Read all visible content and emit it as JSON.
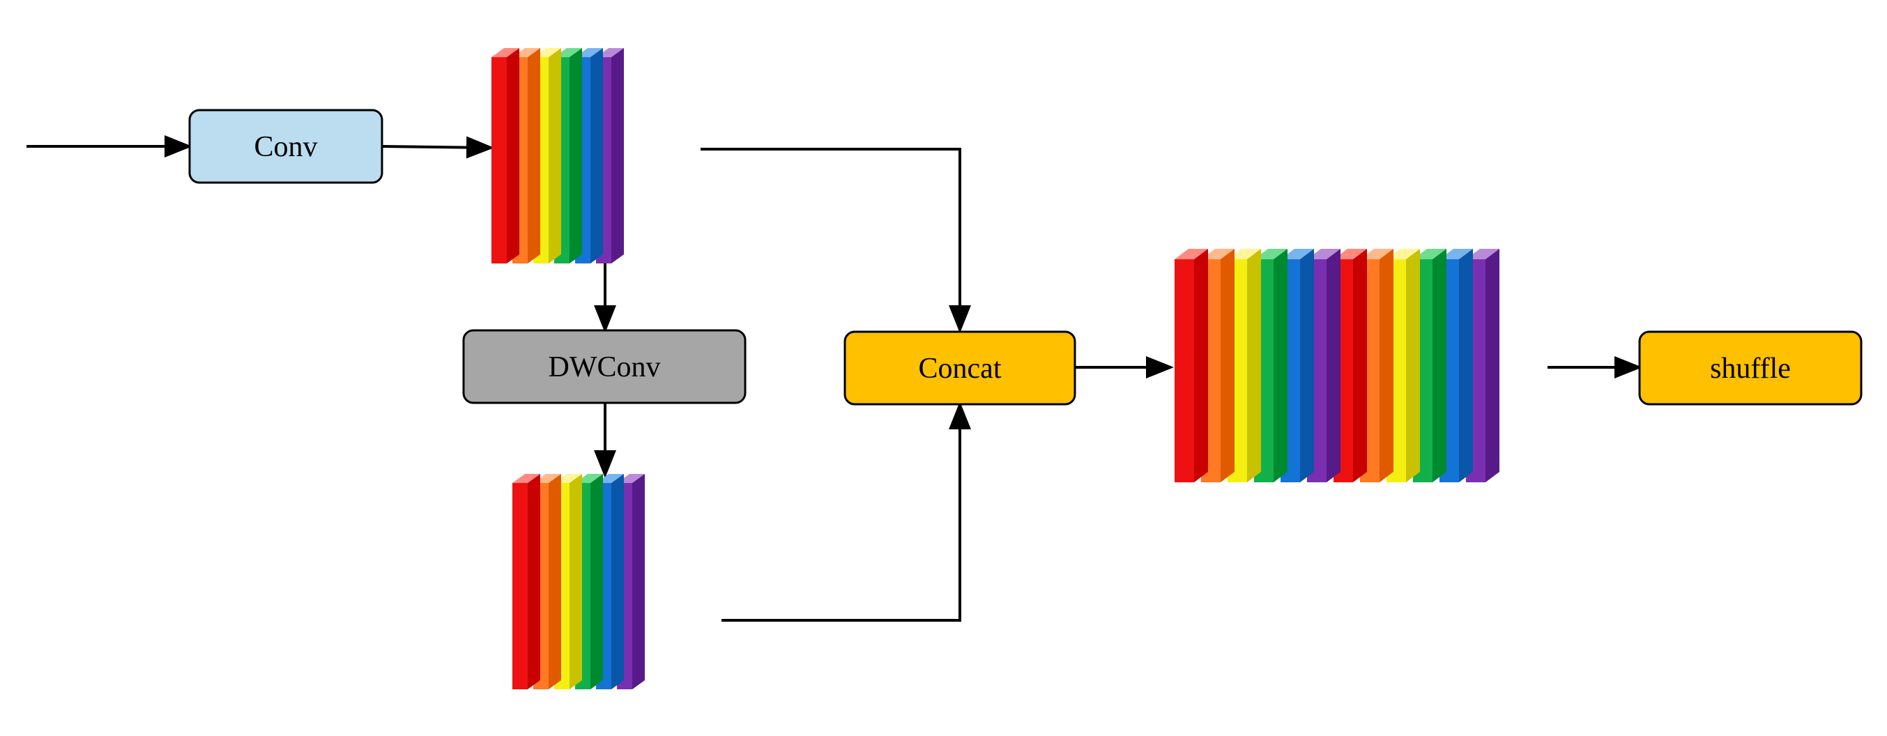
{
  "nodes": {
    "conv": {
      "label": "Conv",
      "fill": "#bcdcef"
    },
    "dwconv": {
      "label": "DWConv",
      "fill": "#a6a6a6"
    },
    "concat": {
      "label": "Concat",
      "fill": "#ffc000"
    },
    "shuffle": {
      "label": "shuffle",
      "fill": "#ffc000"
    }
  },
  "node_stroke": "#000000",
  "feature_map_colors": [
    {
      "face": "#ee1111",
      "side": "#c80000",
      "top": "#ff8a80"
    },
    {
      "face": "#ff7a22",
      "side": "#e05a00",
      "top": "#ffb98a"
    },
    {
      "face": "#f5ef11",
      "side": "#c9c200",
      "top": "#fff59a"
    },
    {
      "face": "#12b04a",
      "side": "#008a30",
      "top": "#6fdc8f"
    },
    {
      "face": "#1474d6",
      "side": "#0a56a8",
      "top": "#78b4ee"
    },
    {
      "face": "#7a2fb0",
      "side": "#581a88",
      "top": "#b98ad8"
    }
  ],
  "feature_maps": {
    "conv_output": {
      "channels": 6
    },
    "dwconv_output": {
      "channels": 6
    },
    "concat_output": {
      "channels": 12
    }
  }
}
